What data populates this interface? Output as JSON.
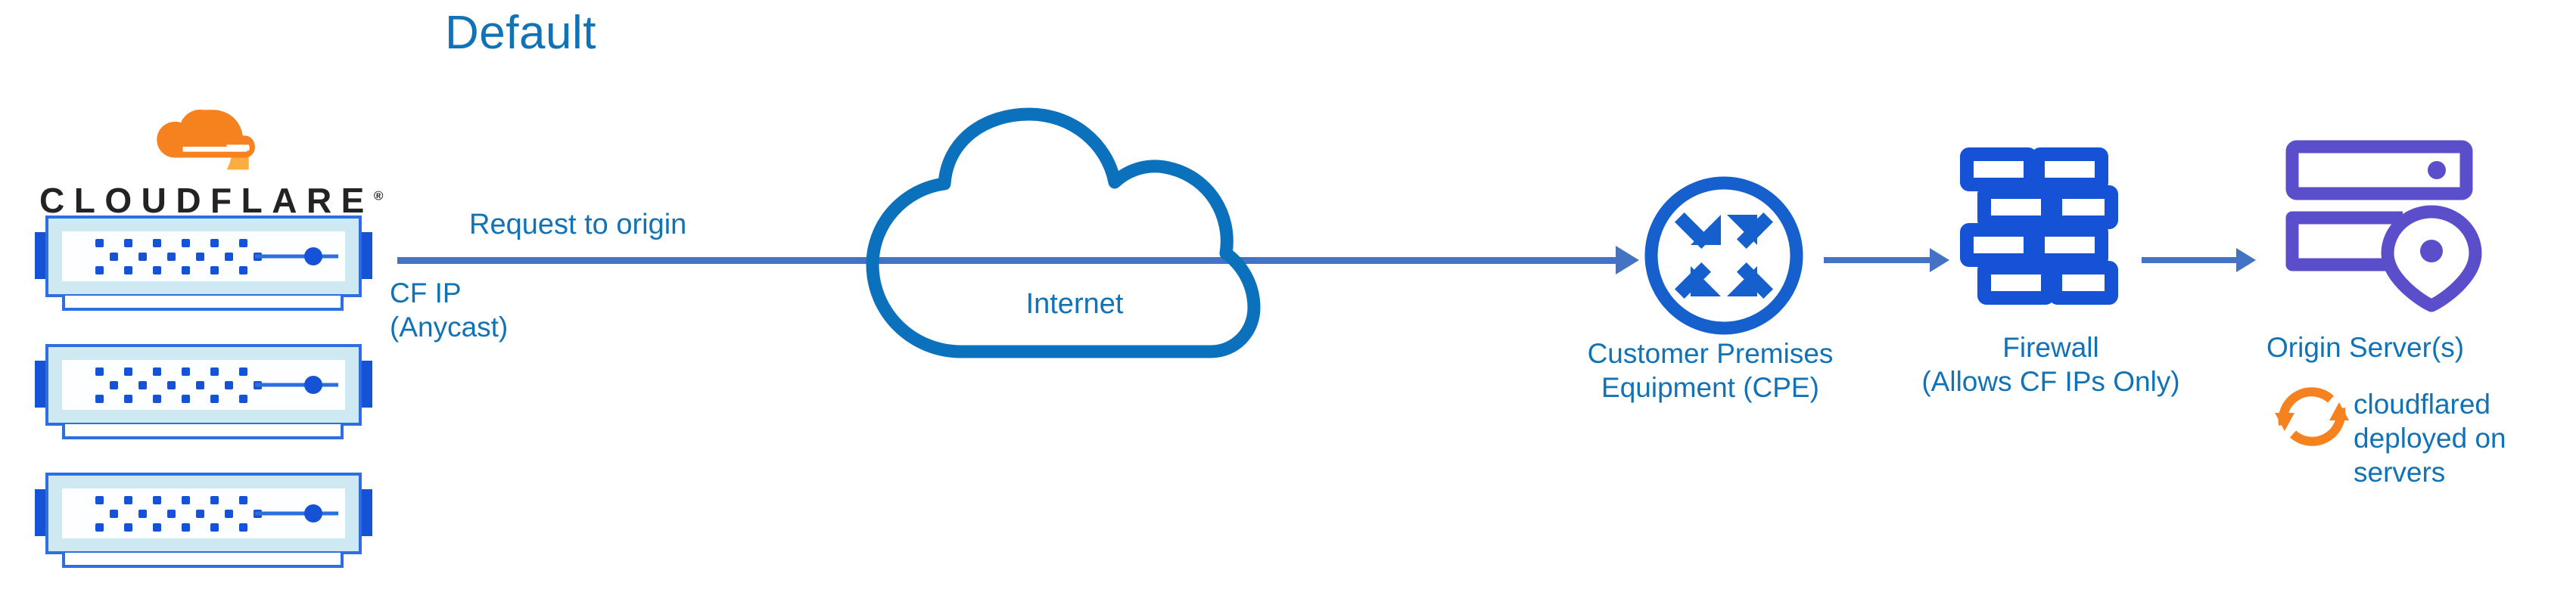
{
  "title": "Default",
  "colors": {
    "heading_blue": "#1272B6",
    "label_blue": "#1272B6",
    "arrow_blue": "#4472C4",
    "cloud_stroke": "#0C71BC",
    "router_blue": "#1560CC",
    "firewall_blue": "#1552D6",
    "server_purple": "#5B4ECB",
    "cloudflare_orange": "#F6821F",
    "cloudflare_orange_light": "#FBAD41",
    "rack_blue": "#2D6FE0",
    "rack_fill": "#CFE9F3"
  },
  "brand": {
    "wordmark": "CLOUDFLARE",
    "registered_mark": "®",
    "logo_icon": "cloudflare-cloud-logo"
  },
  "nodes": {
    "edge_servers": {
      "icon": "server-rack-icon",
      "count": 3,
      "annotation_line1": "CF IP",
      "annotation_line2": "(Anycast)"
    },
    "internet": {
      "icon": "cloud-icon",
      "label": "Internet"
    },
    "cpe": {
      "icon": "router-icon",
      "label_line1": "Customer Premises",
      "label_line2": "Equipment (CPE)"
    },
    "firewall": {
      "icon": "brick-wall-icon",
      "label_line1": "Firewall",
      "label_line2": "(Allows CF IPs Only)"
    },
    "origin": {
      "icon": "origin-server-location-icon",
      "label": "Origin Server(s)",
      "note_icon": "sync-arrows-icon",
      "note": "cloudflared deployed on servers"
    }
  },
  "connections": {
    "main_arrow_label": "Request to origin",
    "arrows": [
      {
        "name": "edge-to-cpe",
        "label": "Request to origin"
      },
      {
        "name": "cpe-to-firewall",
        "label": ""
      },
      {
        "name": "firewall-to-origin",
        "label": ""
      }
    ]
  }
}
